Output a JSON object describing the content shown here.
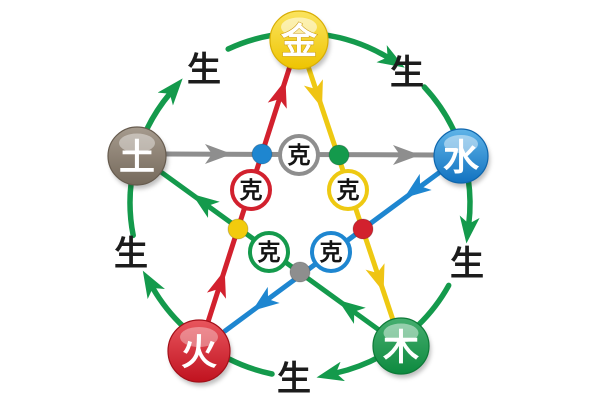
{
  "diagram": {
    "kind": "wuxing-five-elements-cycle",
    "generating_label": "生",
    "overcoming_label": "克",
    "colors": {
      "generating_arc": "#149a4c",
      "red": "#d2212e",
      "yellow": "#eec912",
      "blue": "#1e86d0",
      "green": "#149a4c",
      "gray": "#8e8e8e",
      "text": "#1c1c1c"
    },
    "elements": [
      {
        "id": "metal",
        "label": "金",
        "color": "#f2cb0d",
        "position": "top"
      },
      {
        "id": "water",
        "label": "水",
        "color": "#1e86d0",
        "position": "right"
      },
      {
        "id": "wood",
        "label": "木",
        "color": "#149a4c",
        "position": "bottom-right"
      },
      {
        "id": "fire",
        "label": "火",
        "color": "#d2212e",
        "position": "bottom-left"
      },
      {
        "id": "earth",
        "label": "土",
        "color": "#8b7e71",
        "position": "left"
      }
    ],
    "generating_cycle": [
      "metal→water",
      "water→wood",
      "wood→fire",
      "fire→earth",
      "earth→metal"
    ],
    "overcoming_links": [
      {
        "from": "earth",
        "to": "water",
        "color": "#8e8e8e"
      },
      {
        "from": "fire",
        "to": "metal",
        "color": "#d2212e"
      },
      {
        "from": "metal",
        "to": "wood",
        "color": "#eec912"
      },
      {
        "from": "wood",
        "to": "earth",
        "color": "#149a4c"
      },
      {
        "from": "water",
        "to": "fire",
        "color": "#1e86d0"
      }
    ],
    "intersection_dots": [
      {
        "color": "#1e86d0"
      },
      {
        "color": "#149a4c"
      },
      {
        "color": "#f2cb0d"
      },
      {
        "color": "#d2212e"
      },
      {
        "color": "#8e8e8e"
      }
    ]
  }
}
